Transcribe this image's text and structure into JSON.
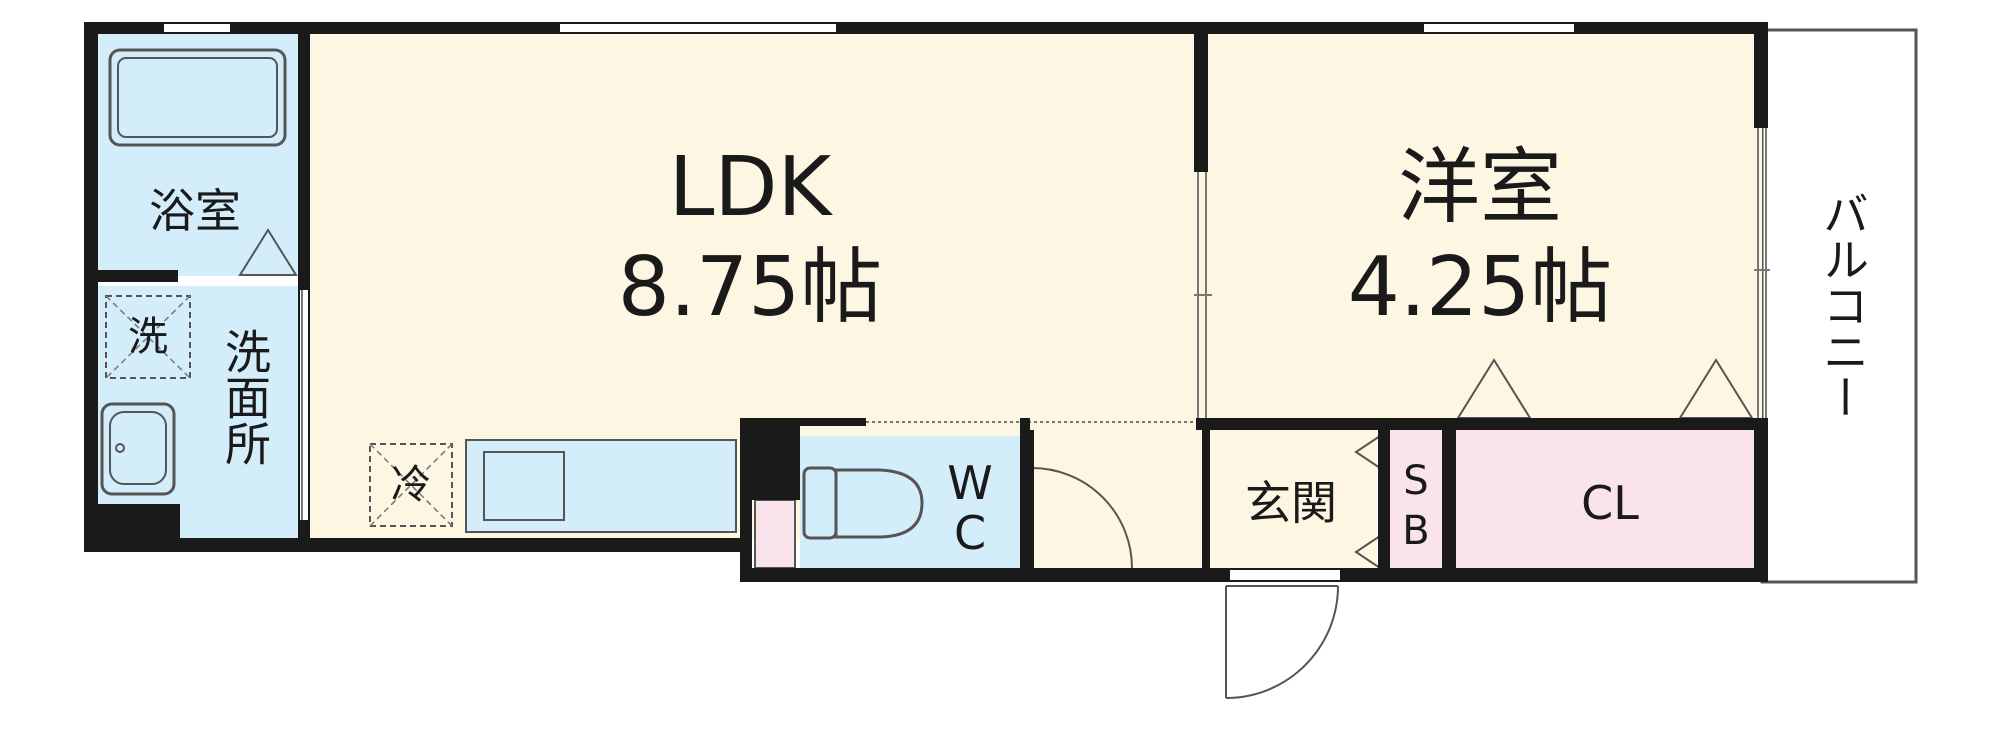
{
  "rooms": {
    "ldk": {
      "name": "LDK",
      "size": "8.75帖"
    },
    "western": {
      "name": "洋室",
      "size": "4.25帖"
    },
    "bath": {
      "name": "浴室"
    },
    "washroom": {
      "name": "洗面所"
    },
    "washer": {
      "mark": "洗"
    },
    "fridge": {
      "mark": "冷"
    },
    "wc": {
      "line1": "W",
      "line2": "C"
    },
    "entrance": {
      "name": "玄関"
    },
    "shoebox": {
      "line1": "S",
      "line2": "B"
    },
    "closet": {
      "name": "CL"
    },
    "balcony": {
      "name": "バルコニー"
    }
  },
  "colors": {
    "wall": "#1a1a1a",
    "living_floor": "#fdf6e2",
    "wet_area": "#d3eefa",
    "closet_floor": "#fbe3ec",
    "balcony": "#ffffff"
  }
}
